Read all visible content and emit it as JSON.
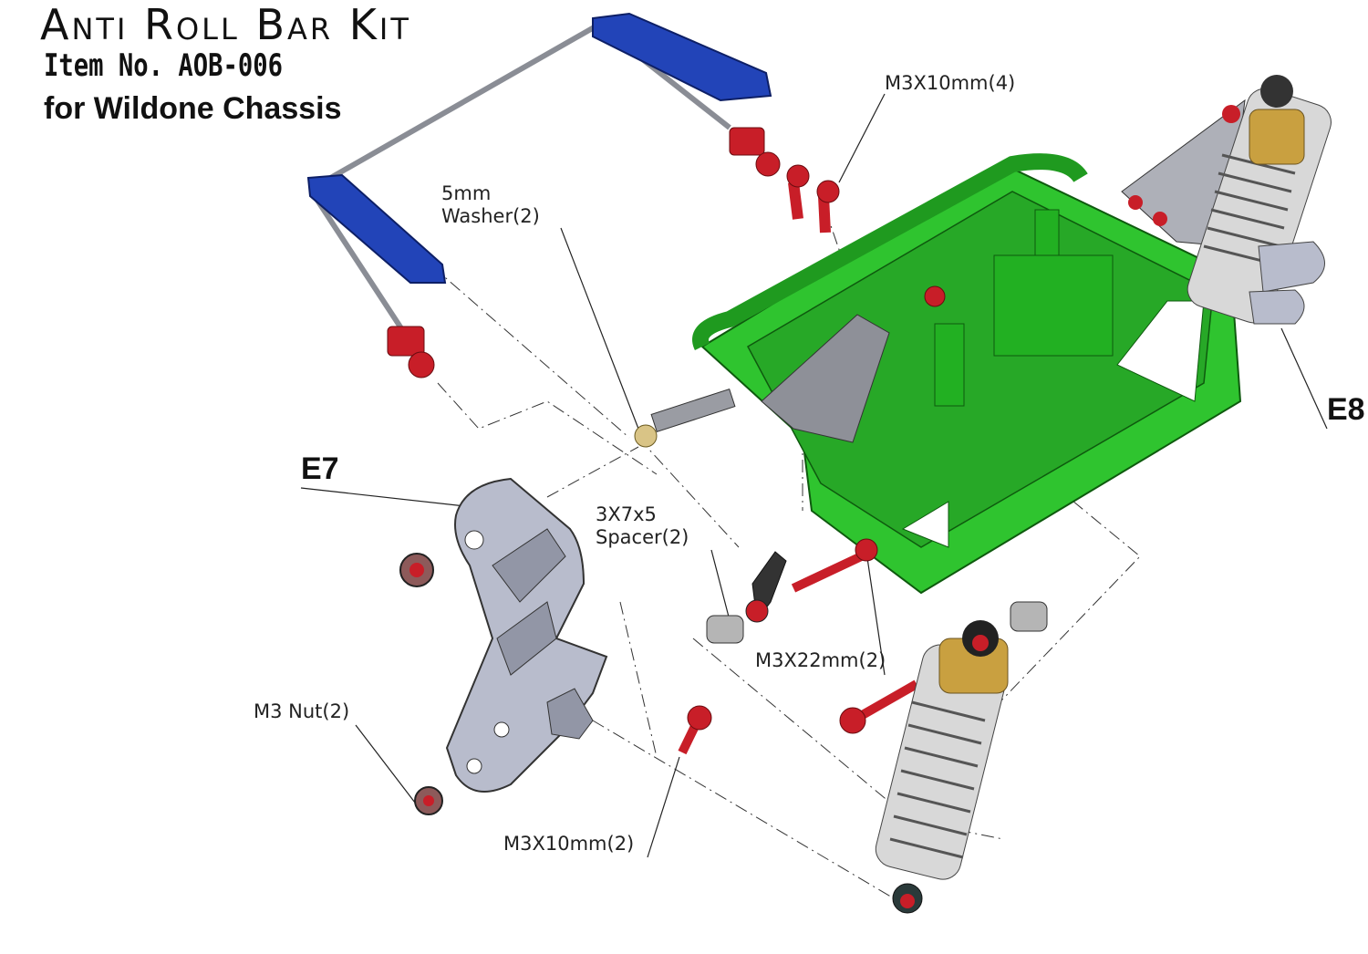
{
  "title": "Anti Roll Bar Kit",
  "item_no": "Item No. AOB-006",
  "compatibility": "for Wildone Chassis",
  "parts": {
    "washer_line1": "5mm",
    "washer_line2": "Washer(2)",
    "m3x10_top": "M3X10mm(4)",
    "spacer_line1": "3X7x5",
    "spacer_line2": "Spacer(2)",
    "m3x22": "M3X22mm(2)",
    "m3_nut": "M3 Nut(2)",
    "m3x10_bottom": "M3X10mm(2)",
    "e7": "E7",
    "e8": "E8"
  },
  "colors": {
    "chassis": "#2fc42f",
    "chassis_dark": "#1a8f1a",
    "arm_blue": "#2244b8",
    "hardware_red": "#c81e28",
    "bracket_gray": "#b8bccc",
    "shock_gold": "#c9a040"
  }
}
